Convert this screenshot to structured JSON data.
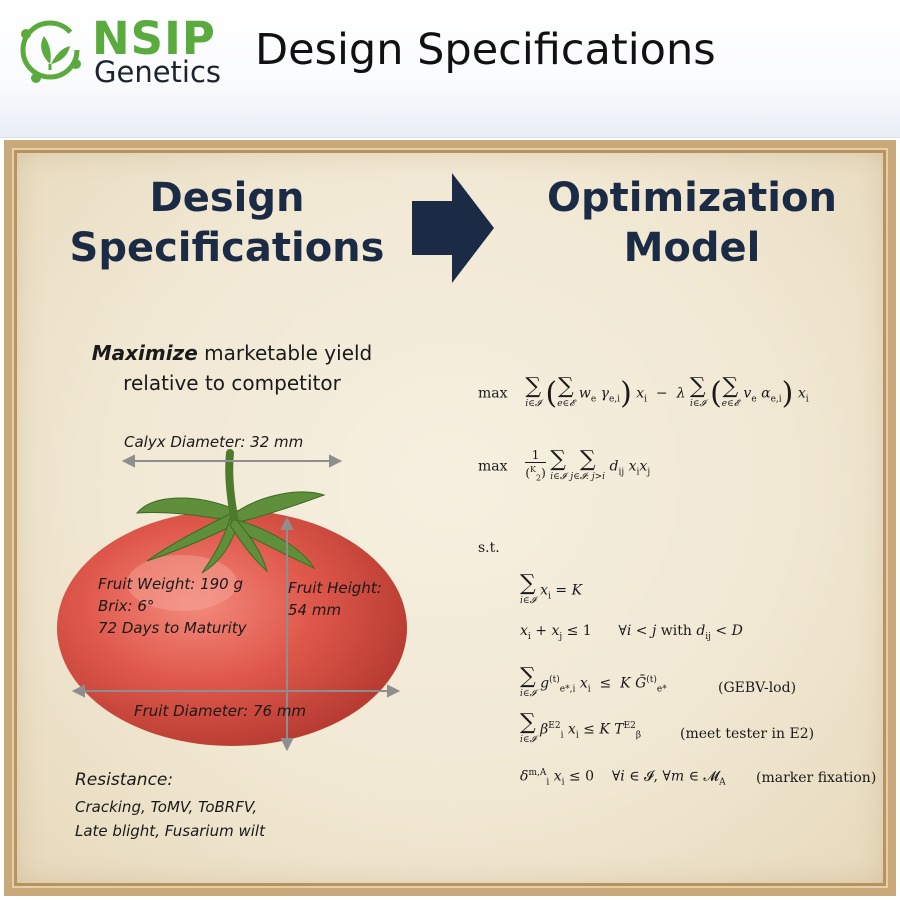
{
  "header": {
    "logo_nsip": "NSIP",
    "logo_genetics": "Genetics",
    "title": "Design Specifications"
  },
  "panel": {
    "left_heading_line1": "Design",
    "left_heading_line2": "Specifications",
    "right_heading_line1": "Optimization",
    "right_heading_line2": "Model",
    "maximize_bold": "Maximize",
    "maximize_rest": " marketable yield",
    "maximize_line2": "relative to competitor",
    "annotations": {
      "calyx": "Calyx Diameter: 32 mm",
      "weight": "Fruit Weight: 190 g",
      "brix": "Brix: 6°",
      "days": "72 Days to Maturity",
      "height1": "Fruit Height:",
      "height2": "54 mm",
      "diameter": "Fruit Diameter: 76 mm"
    },
    "resistance_title": "Resistance:",
    "resistance_line1": "Cracking, ToMV, ToBRFV,",
    "resistance_line2": "Late blight, Fusarium wilt"
  },
  "equations": {
    "max": "max",
    "st": "s.t.",
    "tag_gebv": "(GEBV-lod)",
    "tag_tester": "(meet tester in E2)",
    "tag_marker": "(marker fixation)"
  },
  "colors": {
    "brand_green": "#5aaa3d",
    "heading_navy": "#1b2b45",
    "parchment": "#f3ead7",
    "frame": "#c9a97a",
    "tomato_red": "#e0584c"
  }
}
